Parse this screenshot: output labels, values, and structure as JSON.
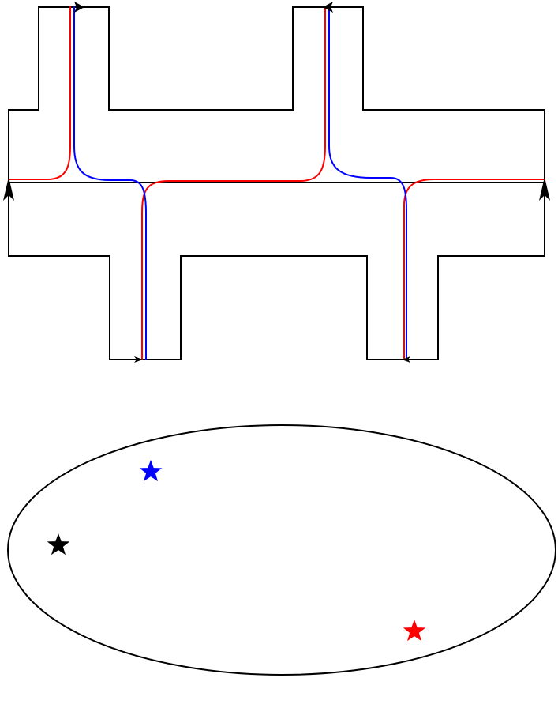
{
  "diagram": {
    "outline_color": "#000000",
    "path_colors": {
      "red": "#ff0000",
      "blue": "#0000ff"
    },
    "star_colors": {
      "blue": "#0000ff",
      "black": "#000000",
      "red": "#ff0000"
    },
    "top_figure": {
      "description_type": "cross-shaped ribbon surface with four flaps and two closed paths"
    },
    "bottom_figure": {
      "shape": "ellipse",
      "markers": [
        {
          "shape": "star",
          "color": "blue"
        },
        {
          "shape": "star",
          "color": "black"
        },
        {
          "shape": "star",
          "color": "red"
        }
      ]
    }
  }
}
